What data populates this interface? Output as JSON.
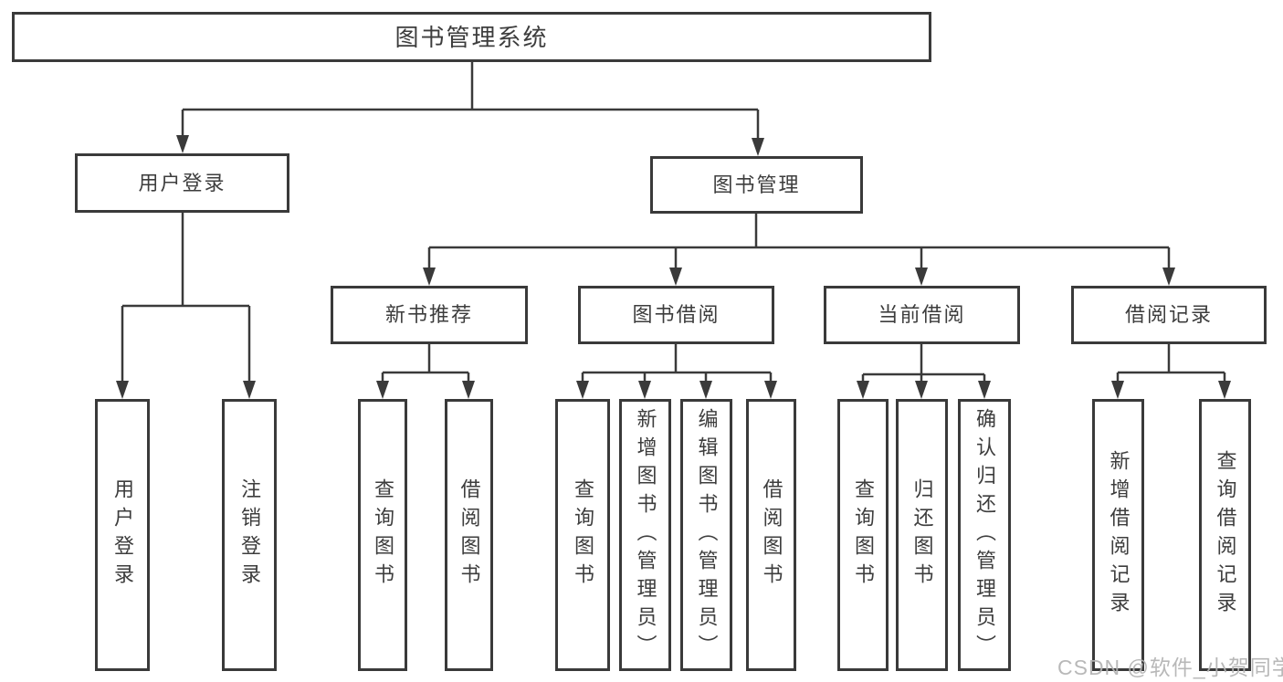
{
  "diagram": {
    "root": {
      "label": "图书管理系统"
    },
    "login": {
      "label": "用户登录",
      "children": [
        {
          "label": "用户登录"
        },
        {
          "label": "注销登录"
        }
      ]
    },
    "management": {
      "label": "图书管理",
      "groups": [
        {
          "label": "新书推荐",
          "children": [
            {
              "label": "查询图书"
            },
            {
              "label": "借阅图书"
            }
          ]
        },
        {
          "label": "图书借阅",
          "children": [
            {
              "label": "查询图书"
            },
            {
              "label": "新增图书（管理员）"
            },
            {
              "label": "编辑图书（管理员）"
            },
            {
              "label": "借阅图书"
            }
          ]
        },
        {
          "label": "当前借阅",
          "children": [
            {
              "label": "查询图书"
            },
            {
              "label": "归还图书"
            },
            {
              "label": "确认归还（管理员）"
            }
          ]
        },
        {
          "label": "借阅记录",
          "children": [
            {
              "label": "新增借阅记录"
            },
            {
              "label": "查询借阅记录"
            }
          ]
        }
      ]
    }
  },
  "watermark": {
    "text": "CSDN @软件_小贺同学"
  },
  "colors": {
    "line": "#3a3a3a",
    "box_border": "#3a3a3a",
    "text": "#3d3d3d",
    "watermark": "#b3b3b3",
    "background": "#ffffff"
  }
}
